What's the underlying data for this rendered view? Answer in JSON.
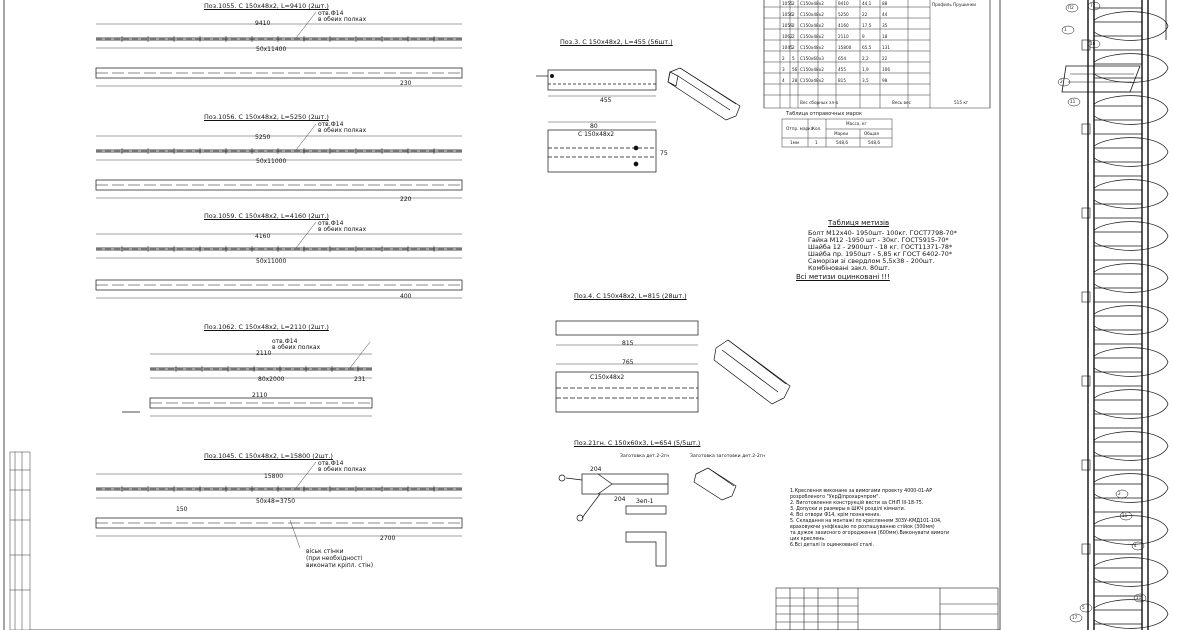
{
  "positions": [
    {
      "title": "Поз.1055.  С 150х48х2,  L=9410 (2шт.)",
      "hole": "отв.Ф14",
      "hole_note": "в обеих полках",
      "dim_total": "9410",
      "dim_mid": "50х11400",
      "dim_end": "230",
      "dim_end2": "230"
    },
    {
      "title": "Поз.1056.  С 150х48х2,  L=5250 (2шт.)",
      "hole": "отв.Ф14",
      "hole_note": "в обеих полках",
      "dim_total": "5250",
      "dim_mid": "50х11000",
      "dim_end": "220",
      "dim_end2": "220"
    },
    {
      "title": "Поз.1059.  С 150х48х2,  L=4160 (2шт.)",
      "hole": "отв.Ф14",
      "hole_note": "в обеих полках",
      "dim_total": "4160",
      "dim_mid": "50х11000",
      "dim_end": "",
      "dim_end2": "400"
    },
    {
      "title": "Поз.1062.  С 150х48х2,  L=2110 (2шт.)",
      "hole": "отв.Ф14",
      "hole_note": "в обеих полках",
      "dim_total": "2110",
      "dim_mid": "80х2000",
      "dim_end": "231",
      "dim_end2": "2110"
    },
    {
      "title": "Поз.1045.  С 150х48х2,  L=15800 (2шт.)",
      "hole": "отв.Ф14",
      "hole_note": "в обеих полках",
      "dim_total": "15800",
      "dim_mid": "50х48=3750",
      "dim_end": "150",
      "dim_end2": "2700"
    }
  ],
  "wall_note": [
    "віськ стінки",
    "(при необхідності",
    "виконати кріпл. стін)"
  ],
  "poz3": {
    "title": "Поз.3.  С 150х48х2,  L=455 (56шт.)",
    "dim_a": "455",
    "dim_b": "80",
    "dim_c": "75",
    "tag": "С 150х48х2"
  },
  "poz4": {
    "title": "Поз.4.  С 150х48х2,  L=815 (28шт.)",
    "dim_a": "815",
    "dim_b": "765",
    "tag": "С150х48х2"
  },
  "poz21": {
    "title": "Поз.21гн.  С 150х60х3,  L=654 (5/5шт.)",
    "sub1": "Заготовка дет.2-2гн",
    "sub2": "Заготовка заготовки дет.2-2гн",
    "dim_a": "204",
    "dim_b": "204",
    "cut": "Зеп-1"
  },
  "spec_table": {
    "rows": [
      [
        "1055",
        "2",
        "С150х48х2",
        "9410",
        "44,1",
        "88"
      ],
      [
        "1056",
        "2",
        "С150х48х2",
        "5250",
        "22",
        "44"
      ],
      [
        "1059",
        "2",
        "С150х48х2",
        "4160",
        "17,5",
        "35"
      ],
      [
        "1062",
        "2",
        "С150х48х2",
        "2110",
        "9",
        "18"
      ],
      [
        "1045",
        "2",
        "С150х48х2",
        "15800",
        "65,5",
        "131"
      ],
      [
        "2",
        "5",
        "С150х60х3",
        "654",
        "2,2",
        "22"
      ],
      [
        "3",
        "56",
        "С150х48х2",
        "455",
        "1,9",
        "106"
      ],
      [
        "4",
        "28",
        "С150х48х2",
        "815",
        "3,5",
        "98"
      ]
    ],
    "side_label": "Профиль Прушинки",
    "footer_left": "Вес сборных эл-в",
    "footer_mid": "Весь вес",
    "footer_right": "515 кг"
  },
  "shipping_table": {
    "title": "Таблица отправочных марок",
    "col1": "Отпр. марка",
    "col2": "Кол.",
    "col3": "Масса, кг",
    "col3a": "Марки",
    "col3b": "Общая",
    "row": [
      "1мм",
      "1",
      "548,6",
      "548,6"
    ]
  },
  "fasteners": {
    "title": "Таблиця метизів",
    "lines": [
      "Болт М12х40- 1950шт- 100кг. ГОСТ7798-70*",
      "Гайка М12 -1950 шт - 30кг. ГОСТ5915-70*",
      "Шайба 12 - 2900шт - 18 кг. ГОСТ11371-78*",
      "Шайба пр. 1950шт - 5,85 кг ГОСТ 6402-70*",
      "Саморізи зі свердлом 5,5х38 - 200шт.",
      "Комбіновані закл. 80шт."
    ],
    "footer": "Всі метизи оцинковані !!!"
  },
  "notes": [
    "1.Креслення виконане за вимогами проекту  4000-01-АР",
    "розробленого \"УкрДіпрохарчпром\".",
    "2. Виготовлення конструкцій вести за СНіП  III-18-75.",
    "3. Допуски и размеры в ШКЧ розділі кімнати.",
    "4. Всі отвори Ф14, крім позначених.",
    "5. Складання на монтажі по кресленням 303У-КМД101-104,",
    "враховуючи уніфікацію по розташуванню стійок (300мм)",
    "та дужок захисного огородження (600мм).Виконувати вимоги",
    "цих креслень.",
    "6.Всі деталі із оцинкованої сталі."
  ],
  "ladder_tags": [
    "П2",
    "72",
    "1",
    "16",
    "2",
    "11",
    "2",
    "11",
    "4",
    "5",
    "17",
    "11"
  ]
}
